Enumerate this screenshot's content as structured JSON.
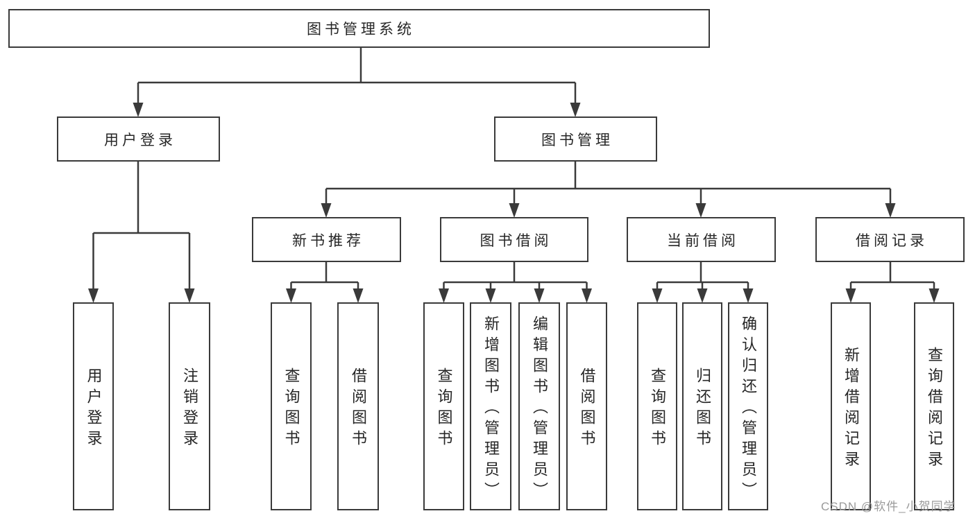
{
  "diagram_title": "图书管理系统",
  "tree": {
    "label": "图书管理系统",
    "children": [
      {
        "label": "用户登录",
        "children": [
          {
            "label": "用户登录"
          },
          {
            "label": "注销登录"
          }
        ]
      },
      {
        "label": "图书管理",
        "children": [
          {
            "label": "新书推荐",
            "children": [
              {
                "label": "查询图书"
              },
              {
                "label": "借阅图书"
              }
            ]
          },
          {
            "label": "图书借阅",
            "children": [
              {
                "label": "查询图书"
              },
              {
                "label": "新增图书（管理员）"
              },
              {
                "label": "编辑图书（管理员）"
              },
              {
                "label": "借阅图书"
              }
            ]
          },
          {
            "label": "当前借阅",
            "children": [
              {
                "label": "查询图书"
              },
              {
                "label": "归还图书"
              },
              {
                "label": "确认归还（管理员）"
              }
            ]
          },
          {
            "label": "借阅记录",
            "children": [
              {
                "label": "新增借阅记录"
              },
              {
                "label": "查询借阅记录"
              }
            ]
          }
        ]
      }
    ]
  },
  "colors": {
    "line": "#3a3a3a",
    "text": "#262626",
    "watermark": "#9a9a9a",
    "background": "#ffffff"
  },
  "watermark": {
    "text": "CSDN @软件_小贺同学"
  }
}
